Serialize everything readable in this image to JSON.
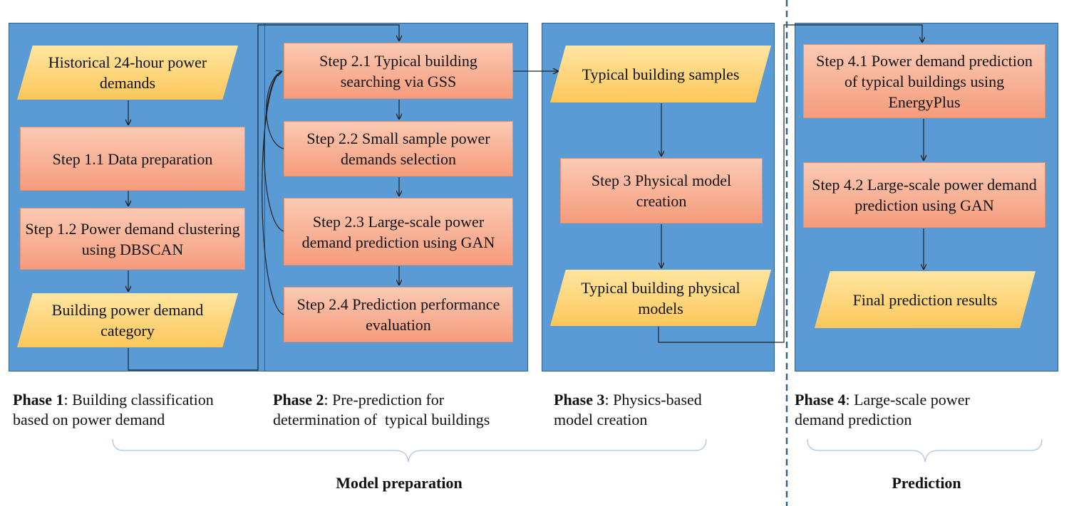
{
  "phases": [
    {
      "title": "Phase 1",
      "description_line1": ": Building classification",
      "description_line2": "based on power demand",
      "nodes": {
        "input": "Historical 24-hour power demands",
        "step_1_1": "Step 1.1 Data preparation",
        "step_1_2": "Step 1.2 Power demand clustering using DBSCAN",
        "output": "Building power demand category"
      }
    },
    {
      "title": "Phase 2",
      "description_line1": ": Pre-prediction for",
      "description_line2": "determination of  typical buildings",
      "nodes": {
        "step_2_1": "Step 2.1 Typical building searching via GSS",
        "step_2_2": "Step 2.2 Small sample power demands selection",
        "step_2_3": "Step 2.3 Large-scale power demand prediction using GAN",
        "step_2_4": "Step 2.4 Prediction performance evaluation"
      }
    },
    {
      "title": "Phase 3",
      "description_line1": ": Physics-based",
      "description_line2": "model creation",
      "nodes": {
        "input": "Typical building samples",
        "step_3": "Step 3 Physical model creation",
        "output": "Typical building physical models"
      }
    },
    {
      "title": "Phase 4",
      "description_line1": ": Large-scale power",
      "description_line2": "demand prediction",
      "nodes": {
        "step_4_1": "Step 4.1 Power demand prediction of typical buildings using EnergyPlus",
        "step_4_2": "Step 4.2 Large-scale power demand prediction using GAN",
        "output": "Final prediction results"
      }
    }
  ],
  "sections": {
    "model_preparation": "Model preparation",
    "prediction": "Prediction"
  },
  "colors": {
    "panel": "#5b9bd5",
    "process_box": "#f8b296",
    "io_box": "#fdd47a",
    "divider": "#2e5f8a"
  }
}
